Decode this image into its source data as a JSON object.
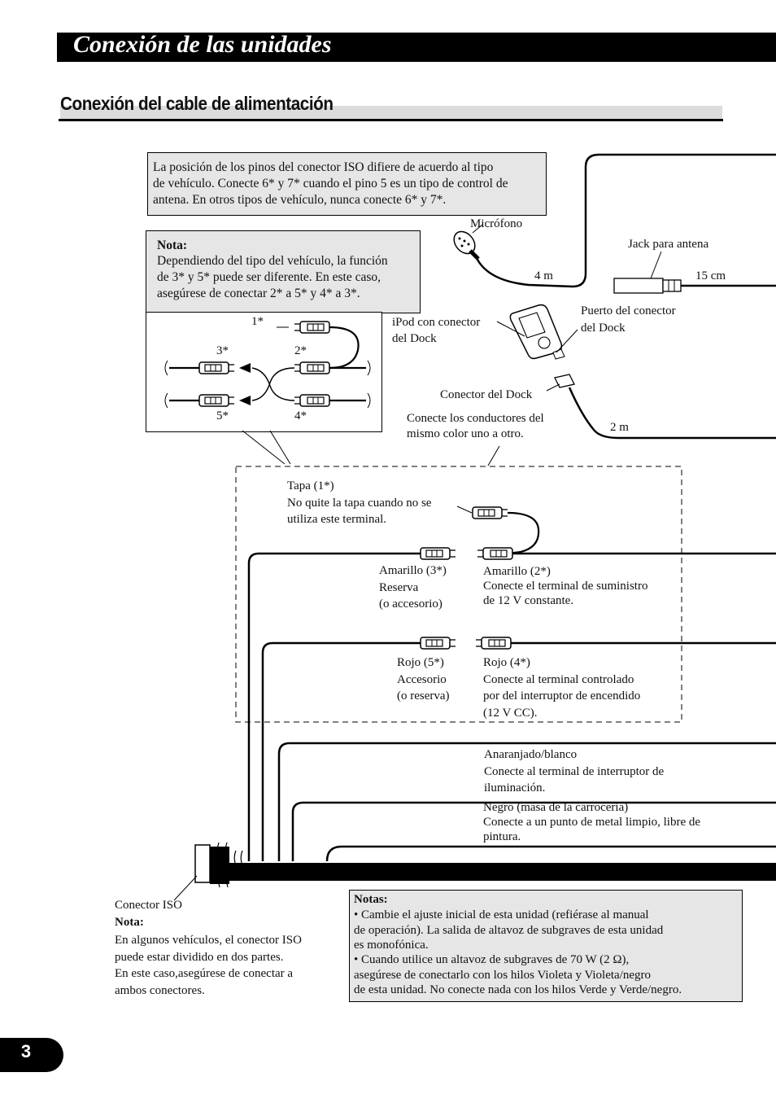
{
  "header": {
    "title": "Conexión de las unidades"
  },
  "section": {
    "title": "Conexión del cable de alimentación"
  },
  "iso_note": {
    "text": "La posición de los pinos del conector ISO difiere de acuerdo al tipo\nde vehículo. Conecte 6* y 7* cuando el pino 5 es un tipo de control de\nantena. En otros tipos de vehículo, nunca conecte 6* y 7*."
  },
  "nota_box": {
    "title": "Nota:",
    "text": "Dependiendo del tipo del vehículo, la función\nde 3* y 5* puede ser diferente. En este caso,\nasegúrese de conectar 2* a 5* y 4* a 3*."
  },
  "inset": {
    "pin1": "1*",
    "pin2": "2*",
    "pin3": "3*",
    "pin4": "4*",
    "pin5": "5*"
  },
  "labels": {
    "microphone": "Micrófono",
    "mic_length": "4 m",
    "antenna_jack": "Jack para antena",
    "antenna_length": "15 cm",
    "ipod": "iPod con conector\ndel Dock",
    "dock_port": "Puerto del conector\ndel Dock",
    "dock_connector": "Conector del Dock",
    "dock_length": "2 m",
    "same_color": "Conecte los conductores del\nmismo color uno a otro.",
    "cap": "Tapa (1*)\nNo quite la tapa cuando no se\nutiliza este terminal.",
    "yellow3": "Amarillo (3*)\nReserva\n(o accesorio)",
    "yellow2": "Amarillo (2*)\nConecte el terminal de suministro\nde 12 V constante.",
    "red5": "Rojo (5*)\nAccesorio\n(o reserva)",
    "red4": "Rojo (4*)\nConecte al terminal controlado\npor del interruptor de encendido\n(12 V CC).",
    "orange": "Anaranjado/blanco\nConecte al terminal de interruptor de\niluminación.",
    "black": "Negro (masa de la carrocería)\nConecte a un punto de metal limpio, libre de\npintura."
  },
  "iso_connector": {
    "title": "Conector ISO",
    "nota": "Nota:",
    "text": "En algunos vehículos, el conector ISO\npuede estar dividido en dos partes.\nEn este caso,asegúrese de conectar a\nambos conectores."
  },
  "notas": {
    "title": "Notas:",
    "items": [
      "• Cambie el ajuste inicial de esta unidad (refiérase al manual\n   de operación). La salida de altavoz de subgraves de esta unidad\n   es monofónica.",
      "• Cuando utilice un altavoz de subgraves de 70 W (2 Ω),\n   asegúrese de conectarlo con los hilos Violeta y Violeta/negro\n   de esta unidad. No conecte nada con los hilos Verde y Verde/negro."
    ]
  },
  "page": {
    "number": "3"
  }
}
